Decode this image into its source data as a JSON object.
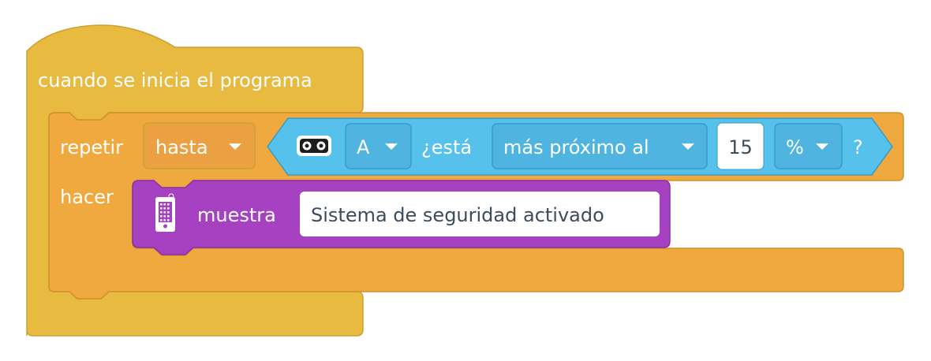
{
  "hat_block": {
    "label": "cuando se inicia el programa",
    "color": "#e8bb40"
  },
  "repeat_block": {
    "label": "repetir",
    "mode": "hasta",
    "do_label": "hacer",
    "color": "#f0a93f",
    "field_color": "#eba141"
  },
  "condition": {
    "sensor_icon": "distance-sensor-icon",
    "port": "A",
    "question_label": "¿está",
    "comparison": "más próximo al",
    "value": "15",
    "unit": "%",
    "end_mark": "?",
    "color": "#56c1ea",
    "field_color": "#4fb5e0"
  },
  "display_block": {
    "icon": "light-matrix-icon",
    "label": "muestra",
    "text": "Sistema de seguridad activado",
    "color": "#a642c2"
  }
}
